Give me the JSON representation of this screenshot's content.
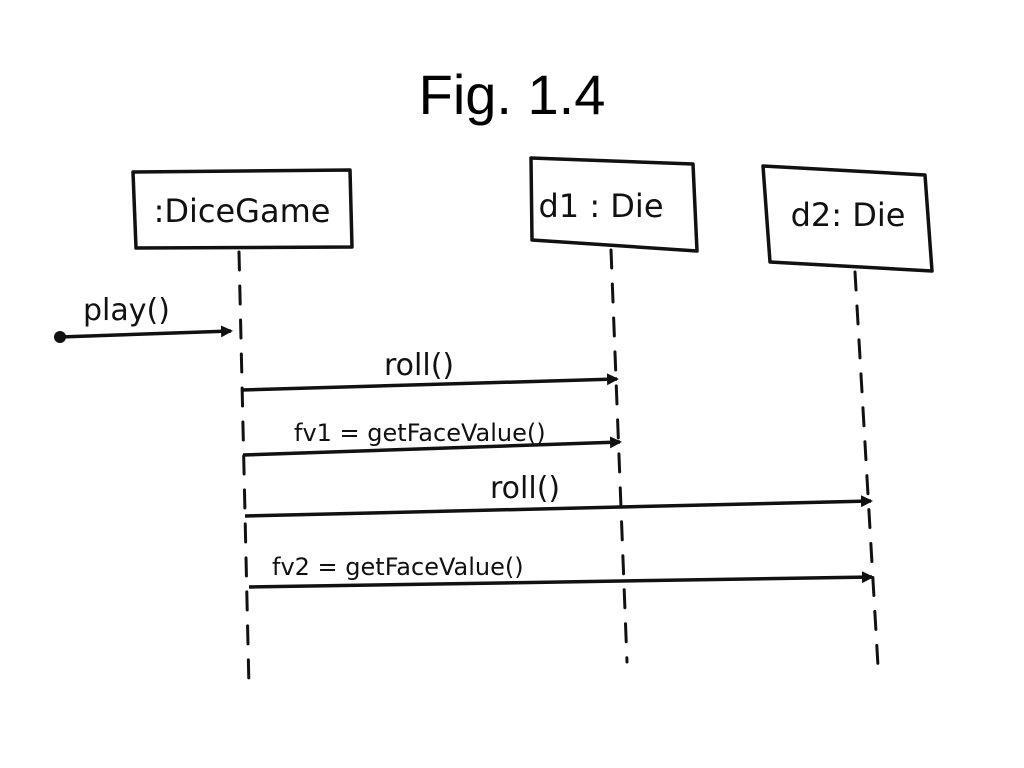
{
  "slide": {
    "title": "Fig. 1.4"
  },
  "diagram": {
    "type": "sequence-diagram",
    "style": "hand-drawn",
    "ink_color": "#111111",
    "lifelines": [
      {
        "id": "dicegame",
        "label": ":DiceGame"
      },
      {
        "id": "d1",
        "label": "d1 : Die"
      },
      {
        "id": "d2",
        "label": "d2: Die"
      }
    ],
    "messages": [
      {
        "label": "play()",
        "from": "start",
        "to": "dicegame"
      },
      {
        "label": "roll()",
        "from": "dicegame",
        "to": "d1"
      },
      {
        "label": "fv1 = getFaceValue()",
        "from": "dicegame",
        "to": "d1"
      },
      {
        "label": "roll()",
        "from": "dicegame",
        "to": "d2"
      },
      {
        "label": "fv2 = getFaceValue()",
        "from": "dicegame",
        "to": "d2"
      }
    ]
  }
}
